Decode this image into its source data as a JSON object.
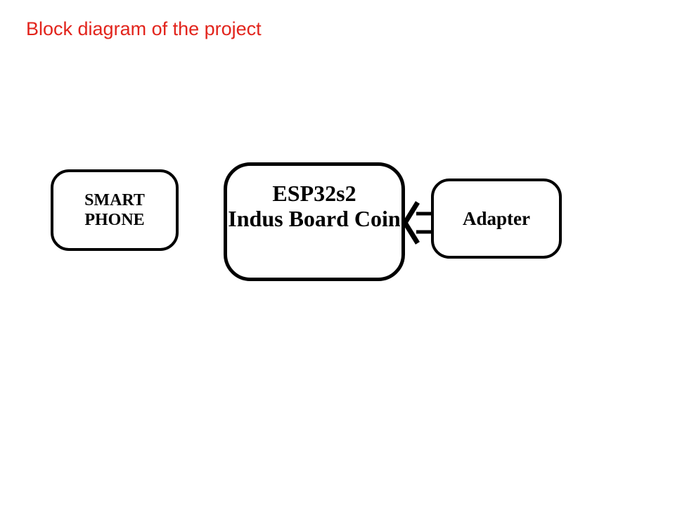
{
  "slide": {
    "title": "Block diagram of the project",
    "title_color": "#e2241c",
    "background_color": "#ffffff"
  },
  "diagram": {
    "stroke_color": "#000000",
    "node_fill_color": "#ffffff",
    "nodes": [
      {
        "id": "smartphone",
        "lines": [
          "SMART",
          "PHONE"
        ]
      },
      {
        "id": "esp32-indus-board",
        "lines": [
          "ESP32s2",
          "Indus Board Coin"
        ]
      },
      {
        "id": "adapter",
        "lines": [
          "Adapter"
        ]
      }
    ],
    "edges": [
      {
        "from": "adapter",
        "to": "esp32-indus-board",
        "direction": "left",
        "style": "open-block-arrow"
      }
    ]
  }
}
